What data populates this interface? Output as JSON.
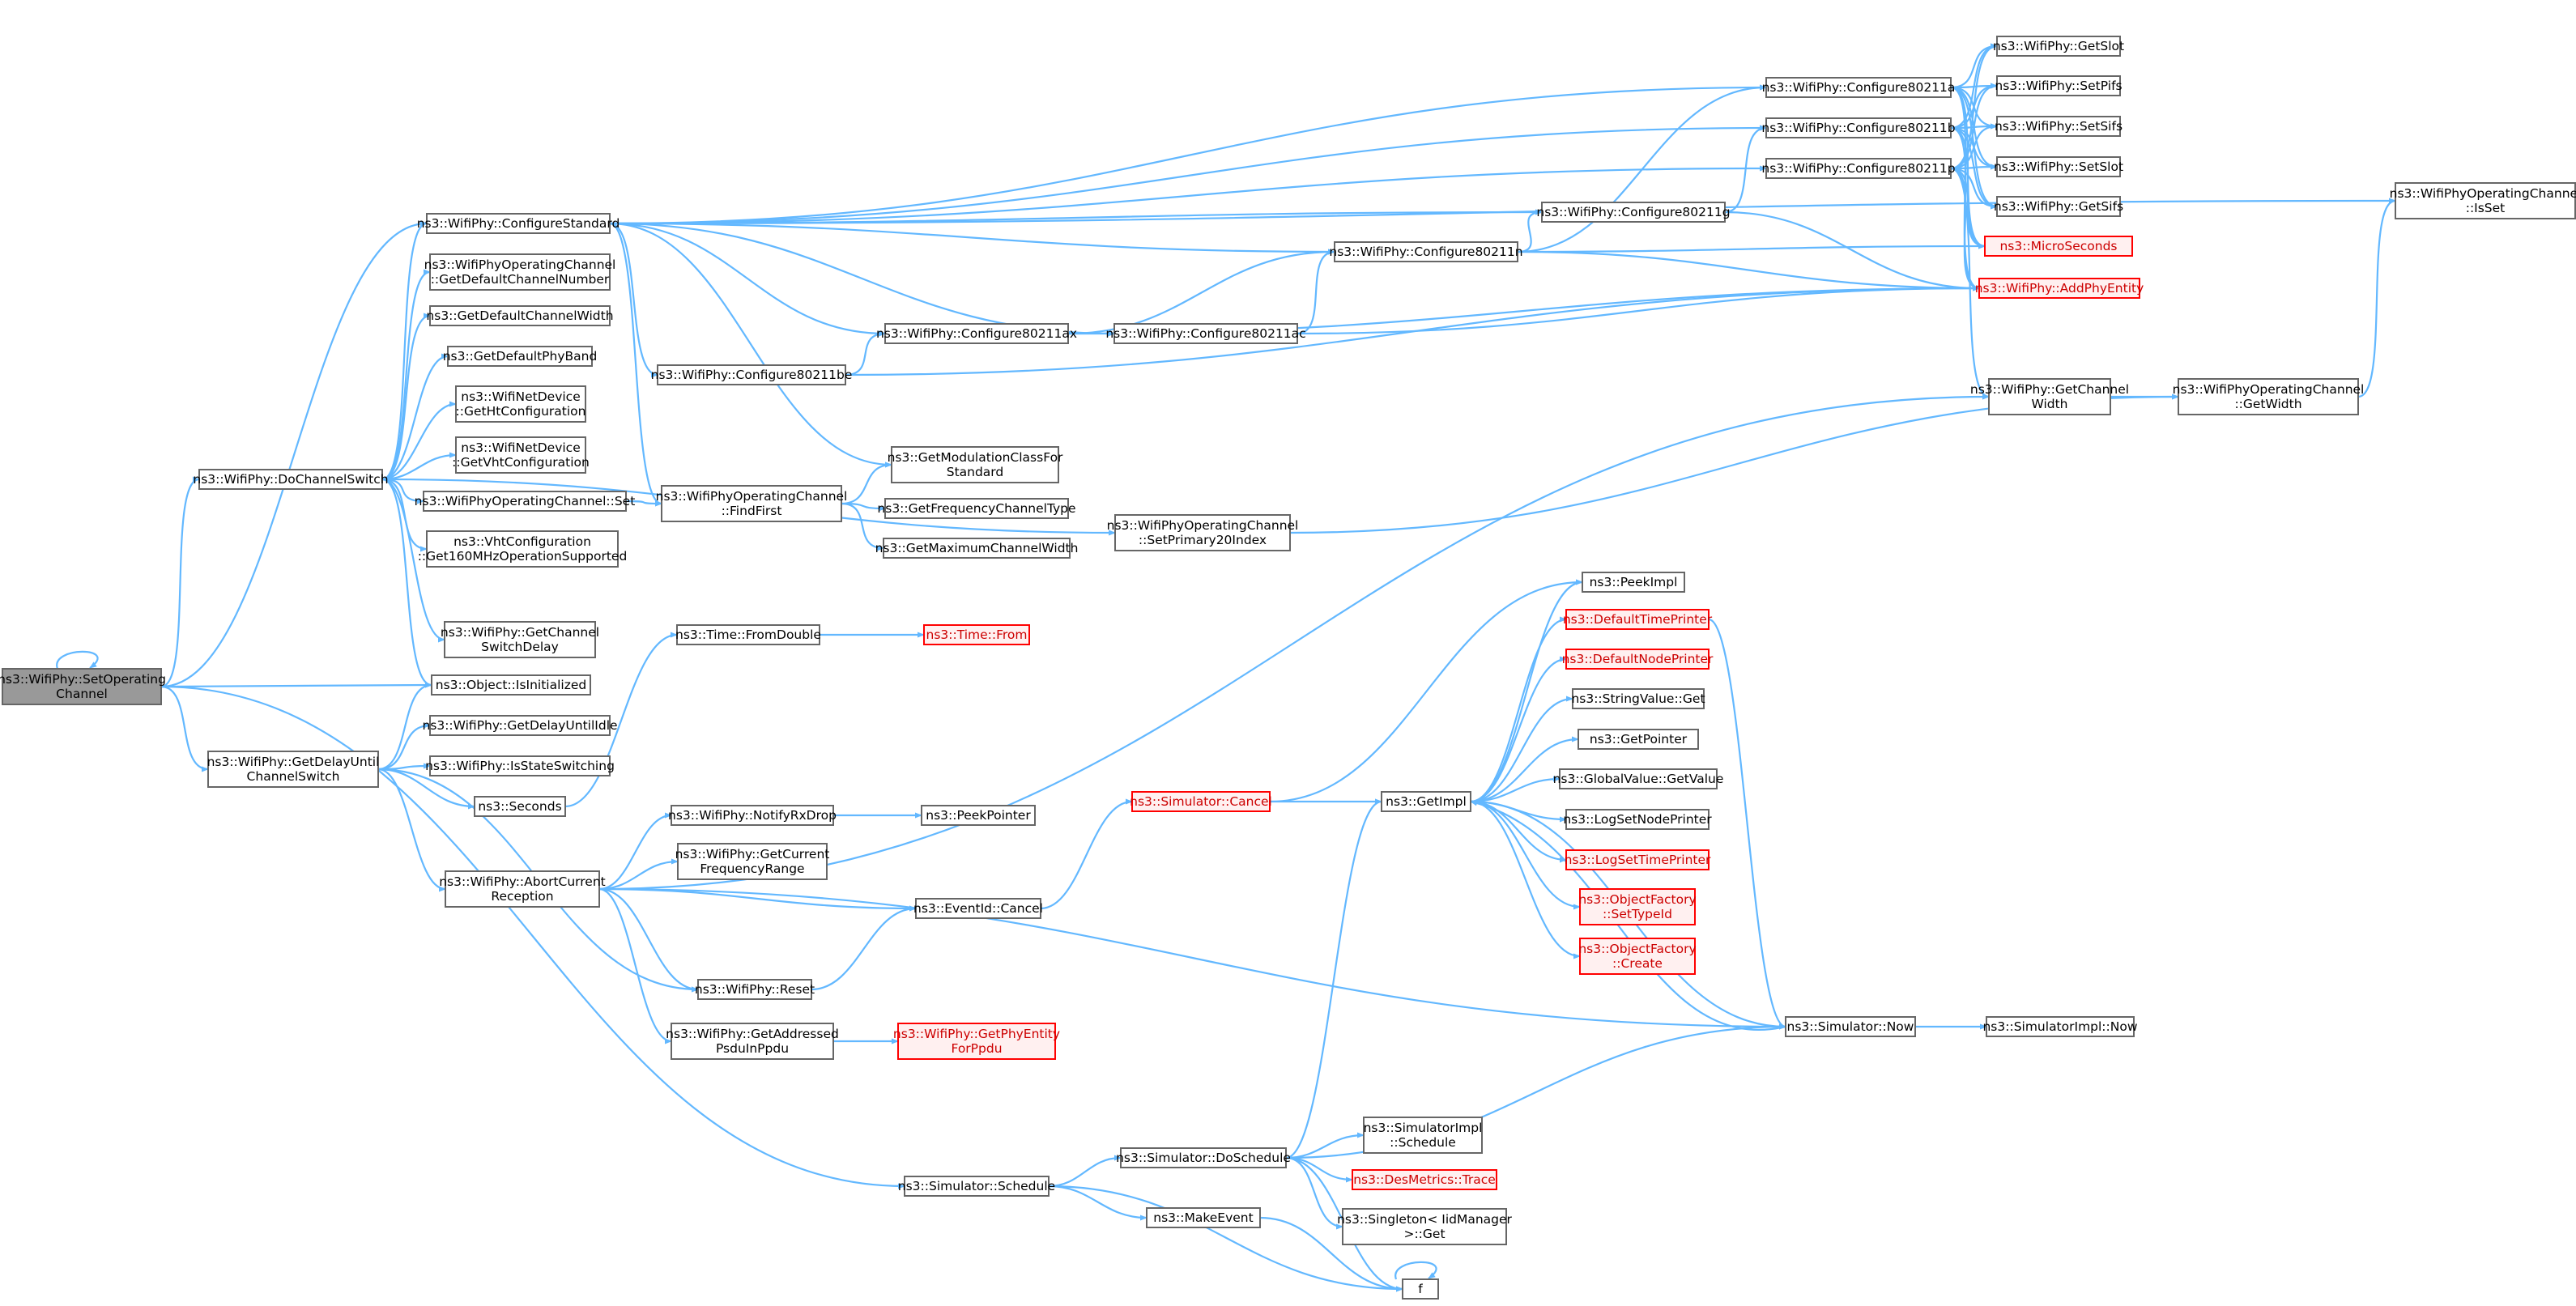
{
  "graph": {
    "colors": {
      "edge": "#63b8ff",
      "node_border": "#666666",
      "highlight_fill": "#999999",
      "undocumented_border": "#ff0000"
    },
    "nodes": [
      {
        "id": "root",
        "label": "ns3::WifiPhy::SetOperating\nChannel",
        "style": "root"
      },
      {
        "id": "cfgstd",
        "label": "ns3::WifiPhy::ConfigureStandard",
        "style": "normal"
      },
      {
        "id": "getdefchnum",
        "label": "ns3::WifiPhyOperatingChannel\n::GetDefaultChannelNumber",
        "style": "normal"
      },
      {
        "id": "getdefchw",
        "label": "ns3::GetDefaultChannelWidth",
        "style": "normal"
      },
      {
        "id": "getdefband",
        "label": "ns3::GetDefaultPhyBand",
        "style": "normal"
      },
      {
        "id": "getht",
        "label": "ns3::WifiNetDevice\n::GetHtConfiguration",
        "style": "normal"
      },
      {
        "id": "getvht",
        "label": "ns3::WifiNetDevice\n::GetVhtConfiguration",
        "style": "normal"
      },
      {
        "id": "dochsw",
        "label": "ns3::WifiPhy::DoChannelSwitch",
        "style": "normal"
      },
      {
        "id": "opchset",
        "label": "ns3::WifiPhyOperatingChannel::Set",
        "style": "normal"
      },
      {
        "id": "vht160",
        "label": "ns3::VhtConfiguration\n::Get160MHzOperationSupported",
        "style": "normal"
      },
      {
        "id": "chswdelay",
        "label": "ns3::WifiPhy::GetChannel\nSwitchDelay",
        "style": "normal"
      },
      {
        "id": "isinit",
        "label": "ns3::Object::IsInitialized",
        "style": "normal"
      },
      {
        "id": "getdelayidle",
        "label": "ns3::WifiPhy::GetDelayUntilIdle",
        "style": "normal"
      },
      {
        "id": "getdelaychsw",
        "label": "ns3::WifiPhy::GetDelayUntil\nChannelSwitch",
        "style": "normal"
      },
      {
        "id": "isstatesw",
        "label": "ns3::WifiPhy::IsStateSwitching",
        "style": "normal"
      },
      {
        "id": "seconds",
        "label": "ns3::Seconds",
        "style": "normal"
      },
      {
        "id": "abortcur",
        "label": "ns3::WifiPhy::AbortCurrent\nReception",
        "style": "normal"
      },
      {
        "id": "cfg11be",
        "label": "ns3::WifiPhy::Configure80211be",
        "style": "normal"
      },
      {
        "id": "findfirst",
        "label": "ns3::WifiPhyOperatingChannel\n::FindFirst",
        "style": "normal"
      },
      {
        "id": "timefromdouble",
        "label": "ns3::Time::FromDouble",
        "style": "normal"
      },
      {
        "id": "notifyrxdrop",
        "label": "ns3::WifiPhy::NotifyRxDrop",
        "style": "normal"
      },
      {
        "id": "getcurfreq",
        "label": "ns3::WifiPhy::GetCurrent\nFrequencyRange",
        "style": "normal"
      },
      {
        "id": "reset",
        "label": "ns3::WifiPhy::Reset",
        "style": "normal"
      },
      {
        "id": "getaddrpsdu",
        "label": "ns3::WifiPhy::GetAddressed\nPsduInPpdu",
        "style": "normal"
      },
      {
        "id": "schedule",
        "label": "ns3::Simulator::Schedule",
        "style": "normal"
      },
      {
        "id": "cfg11ax",
        "label": "ns3::WifiPhy::Configure80211ax",
        "style": "normal"
      },
      {
        "id": "getmodclass",
        "label": "ns3::GetModulationClassFor\nStandard",
        "style": "normal"
      },
      {
        "id": "getfreqchtype",
        "label": "ns3::GetFrequencyChannelType",
        "style": "normal"
      },
      {
        "id": "getmaxchw",
        "label": "ns3::GetMaximumChannelWidth",
        "style": "normal"
      },
      {
        "id": "timefrom",
        "label": "ns3::Time::From",
        "style": "red"
      },
      {
        "id": "peekpointer",
        "label": "ns3::PeekPointer",
        "style": "normal"
      },
      {
        "id": "eventcancel",
        "label": "ns3::EventId::Cancel",
        "style": "normal"
      },
      {
        "id": "getphyentity",
        "label": "ns3::WifiPhy::GetPhyEntity\nForPpdu",
        "style": "red"
      },
      {
        "id": "cfg11ac",
        "label": "ns3::WifiPhy::Configure80211ac",
        "style": "normal"
      },
      {
        "id": "setprimary20",
        "label": "ns3::WifiPhyOperatingChannel\n::SetPrimary20Index",
        "style": "normal"
      },
      {
        "id": "simcancel",
        "label": "ns3::Simulator::Cancel",
        "style": "red"
      },
      {
        "id": "doschedule",
        "label": "ns3::Simulator::DoSchedule",
        "style": "normal"
      },
      {
        "id": "makeevent",
        "label": "ns3::MakeEvent",
        "style": "normal"
      },
      {
        "id": "cfg11n",
        "label": "ns3::WifiPhy::Configure80211n",
        "style": "normal"
      },
      {
        "id": "getimpl",
        "label": "ns3::GetImpl",
        "style": "normal"
      },
      {
        "id": "f",
        "label": "f",
        "style": "normal"
      },
      {
        "id": "cfg11g",
        "label": "ns3::WifiPhy::Configure80211g",
        "style": "normal"
      },
      {
        "id": "peekimpl",
        "label": "ns3::PeekImpl",
        "style": "normal"
      },
      {
        "id": "deftimeprinter",
        "label": "ns3::DefaultTimePrinter",
        "style": "red"
      },
      {
        "id": "defnodeprinter",
        "label": "ns3::DefaultNodePrinter",
        "style": "red"
      },
      {
        "id": "stringvalueget",
        "label": "ns3::StringValue::Get",
        "style": "normal"
      },
      {
        "id": "getpointer",
        "label": "ns3::GetPointer",
        "style": "normal"
      },
      {
        "id": "globalvalue",
        "label": "ns3::GlobalValue::GetValue",
        "style": "normal"
      },
      {
        "id": "logsetnode",
        "label": "ns3::LogSetNodePrinter",
        "style": "normal"
      },
      {
        "id": "logsettime",
        "label": "ns3::LogSetTimePrinter",
        "style": "red"
      },
      {
        "id": "objfactsettype",
        "label": "ns3::ObjectFactory\n::SetTypeId",
        "style": "red"
      },
      {
        "id": "objfactcreate",
        "label": "ns3::ObjectFactory\n::Create",
        "style": "red"
      },
      {
        "id": "simimplschedule",
        "label": "ns3::SimulatorImpl\n::Schedule",
        "style": "normal"
      },
      {
        "id": "desmetrics",
        "label": "ns3::DesMetrics::Trace",
        "style": "red"
      },
      {
        "id": "singleton",
        "label": "ns3::Singleton< IidManager\n>::Get",
        "style": "normal"
      },
      {
        "id": "cfg11a",
        "label": "ns3::WifiPhy::Configure80211a",
        "style": "normal"
      },
      {
        "id": "cfg11b",
        "label": "ns3::WifiPhy::Configure80211b",
        "style": "normal"
      },
      {
        "id": "cfg11p",
        "label": "ns3::WifiPhy::Configure80211p",
        "style": "normal"
      },
      {
        "id": "getchw",
        "label": "ns3::WifiPhy::GetChannel\nWidth",
        "style": "normal"
      },
      {
        "id": "simnow",
        "label": "ns3::Simulator::Now",
        "style": "normal"
      },
      {
        "id": "getslot",
        "label": "ns3::WifiPhy::GetSlot",
        "style": "normal"
      },
      {
        "id": "setpifs",
        "label": "ns3::WifiPhy::SetPifs",
        "style": "normal"
      },
      {
        "id": "setsifs",
        "label": "ns3::WifiPhy::SetSifs",
        "style": "normal"
      },
      {
        "id": "setslot",
        "label": "ns3::WifiPhy::SetSlot",
        "style": "normal"
      },
      {
        "id": "getsifs",
        "label": "ns3::WifiPhy::GetSifs",
        "style": "normal"
      },
      {
        "id": "microseconds",
        "label": "ns3::MicroSeconds",
        "style": "red"
      },
      {
        "id": "addphyentity",
        "label": "ns3::WifiPhy::AddPhyEntity",
        "style": "red"
      },
      {
        "id": "opchgetwidth",
        "label": "ns3::WifiPhyOperatingChannel\n::GetWidth",
        "style": "normal"
      },
      {
        "id": "simimplnow",
        "label": "ns3::SimulatorImpl::Now",
        "style": "normal"
      },
      {
        "id": "opchisset",
        "label": "ns3::WifiPhyOperatingChannel\n::IsSet",
        "style": "normal"
      }
    ],
    "edges": [
      [
        "root",
        "root"
      ],
      [
        "root",
        "cfgstd"
      ],
      [
        "root",
        "dochsw"
      ],
      [
        "root",
        "isinit"
      ],
      [
        "root",
        "getdelaychsw"
      ],
      [
        "root",
        "schedule"
      ],
      [
        "dochsw",
        "cfgstd"
      ],
      [
        "dochsw",
        "getdefchnum"
      ],
      [
        "dochsw",
        "getdefchw"
      ],
      [
        "dochsw",
        "getdefband"
      ],
      [
        "dochsw",
        "getht"
      ],
      [
        "dochsw",
        "getvht"
      ],
      [
        "dochsw",
        "opchset"
      ],
      [
        "dochsw",
        "vht160"
      ],
      [
        "dochsw",
        "chswdelay"
      ],
      [
        "dochsw",
        "isinit"
      ],
      [
        "dochsw",
        "setprimary20"
      ],
      [
        "cfgstd",
        "opchisset"
      ],
      [
        "cfgstd",
        "cfg11a"
      ],
      [
        "cfgstd",
        "cfg11b"
      ],
      [
        "cfgstd",
        "cfg11p"
      ],
      [
        "cfgstd",
        "cfg11g"
      ],
      [
        "cfgstd",
        "cfg11n"
      ],
      [
        "cfgstd",
        "cfg11ac"
      ],
      [
        "cfgstd",
        "cfg11ax"
      ],
      [
        "cfgstd",
        "cfg11be"
      ],
      [
        "cfgstd",
        "getmodclass"
      ],
      [
        "cfgstd",
        "findfirst"
      ],
      [
        "getdelaychsw",
        "isinit"
      ],
      [
        "getdelaychsw",
        "getdelayidle"
      ],
      [
        "getdelaychsw",
        "isstatesw"
      ],
      [
        "getdelaychsw",
        "seconds"
      ],
      [
        "getdelaychsw",
        "abortcur"
      ],
      [
        "getdelaychsw",
        "reset"
      ],
      [
        "seconds",
        "timefromdouble"
      ],
      [
        "timefromdouble",
        "timefrom"
      ],
      [
        "opchset",
        "findfirst"
      ],
      [
        "findfirst",
        "getmodclass"
      ],
      [
        "findfirst",
        "getfreqchtype"
      ],
      [
        "findfirst",
        "getmaxchw"
      ],
      [
        "cfg11be",
        "cfg11ax"
      ],
      [
        "cfg11be",
        "addphyentity"
      ],
      [
        "cfg11ax",
        "cfg11n"
      ],
      [
        "cfg11ax",
        "cfg11ac"
      ],
      [
        "cfg11ax",
        "addphyentity"
      ],
      [
        "cfg11ac",
        "cfg11n"
      ],
      [
        "cfg11ac",
        "addphyentity"
      ],
      [
        "cfg11n",
        "cfg11g"
      ],
      [
        "cfg11n",
        "cfg11a"
      ],
      [
        "cfg11n",
        "microseconds"
      ],
      [
        "cfg11n",
        "addphyentity"
      ],
      [
        "cfg11g",
        "cfg11b"
      ],
      [
        "cfg11g",
        "addphyentity"
      ],
      [
        "cfg11a",
        "getslot"
      ],
      [
        "cfg11a",
        "setpifs"
      ],
      [
        "cfg11a",
        "setsifs"
      ],
      [
        "cfg11a",
        "setslot"
      ],
      [
        "cfg11a",
        "getsifs"
      ],
      [
        "cfg11a",
        "microseconds"
      ],
      [
        "cfg11a",
        "addphyentity"
      ],
      [
        "cfg11b",
        "getslot"
      ],
      [
        "cfg11b",
        "setpifs"
      ],
      [
        "cfg11b",
        "setsifs"
      ],
      [
        "cfg11b",
        "setslot"
      ],
      [
        "cfg11b",
        "getsifs"
      ],
      [
        "cfg11b",
        "microseconds"
      ],
      [
        "cfg11b",
        "addphyentity"
      ],
      [
        "cfg11p",
        "getslot"
      ],
      [
        "cfg11p",
        "setpifs"
      ],
      [
        "cfg11p",
        "setsifs"
      ],
      [
        "cfg11p",
        "setslot"
      ],
      [
        "cfg11p",
        "getsifs"
      ],
      [
        "cfg11p",
        "microseconds"
      ],
      [
        "cfg11p",
        "addphyentity"
      ],
      [
        "cfg11p",
        "getchw"
      ],
      [
        "setprimary20",
        "opchgetwidth"
      ],
      [
        "getchw",
        "opchgetwidth"
      ],
      [
        "opchgetwidth",
        "opchisset"
      ],
      [
        "abortcur",
        "getchw"
      ],
      [
        "abortcur",
        "notifyrxdrop"
      ],
      [
        "abortcur",
        "getcurfreq"
      ],
      [
        "abortcur",
        "eventcancel"
      ],
      [
        "abortcur",
        "reset"
      ],
      [
        "abortcur",
        "getaddrpsdu"
      ],
      [
        "abortcur",
        "simnow"
      ],
      [
        "notifyrxdrop",
        "peekpointer"
      ],
      [
        "getaddrpsdu",
        "getphyentity"
      ],
      [
        "reset",
        "eventcancel"
      ],
      [
        "eventcancel",
        "simcancel"
      ],
      [
        "simcancel",
        "getimpl"
      ],
      [
        "simcancel",
        "peekimpl"
      ],
      [
        "getimpl",
        "peekimpl"
      ],
      [
        "getimpl",
        "deftimeprinter"
      ],
      [
        "getimpl",
        "defnodeprinter"
      ],
      [
        "getimpl",
        "stringvalueget"
      ],
      [
        "getimpl",
        "getpointer"
      ],
      [
        "getimpl",
        "globalvalue"
      ],
      [
        "getimpl",
        "logsetnode"
      ],
      [
        "getimpl",
        "logsettime"
      ],
      [
        "getimpl",
        "objfactsettype"
      ],
      [
        "getimpl",
        "objfactcreate"
      ],
      [
        "getimpl",
        "simnow"
      ],
      [
        "deftimeprinter",
        "simnow"
      ],
      [
        "simnow",
        "getimpl"
      ],
      [
        "simnow",
        "simimplnow"
      ],
      [
        "schedule",
        "doschedule"
      ],
      [
        "schedule",
        "makeevent"
      ],
      [
        "schedule",
        "f"
      ],
      [
        "doschedule",
        "getimpl"
      ],
      [
        "doschedule",
        "simnow"
      ],
      [
        "doschedule",
        "simimplschedule"
      ],
      [
        "doschedule",
        "desmetrics"
      ],
      [
        "doschedule",
        "singleton"
      ],
      [
        "doschedule",
        "f"
      ],
      [
        "makeevent",
        "f"
      ],
      [
        "f",
        "f"
      ]
    ]
  }
}
